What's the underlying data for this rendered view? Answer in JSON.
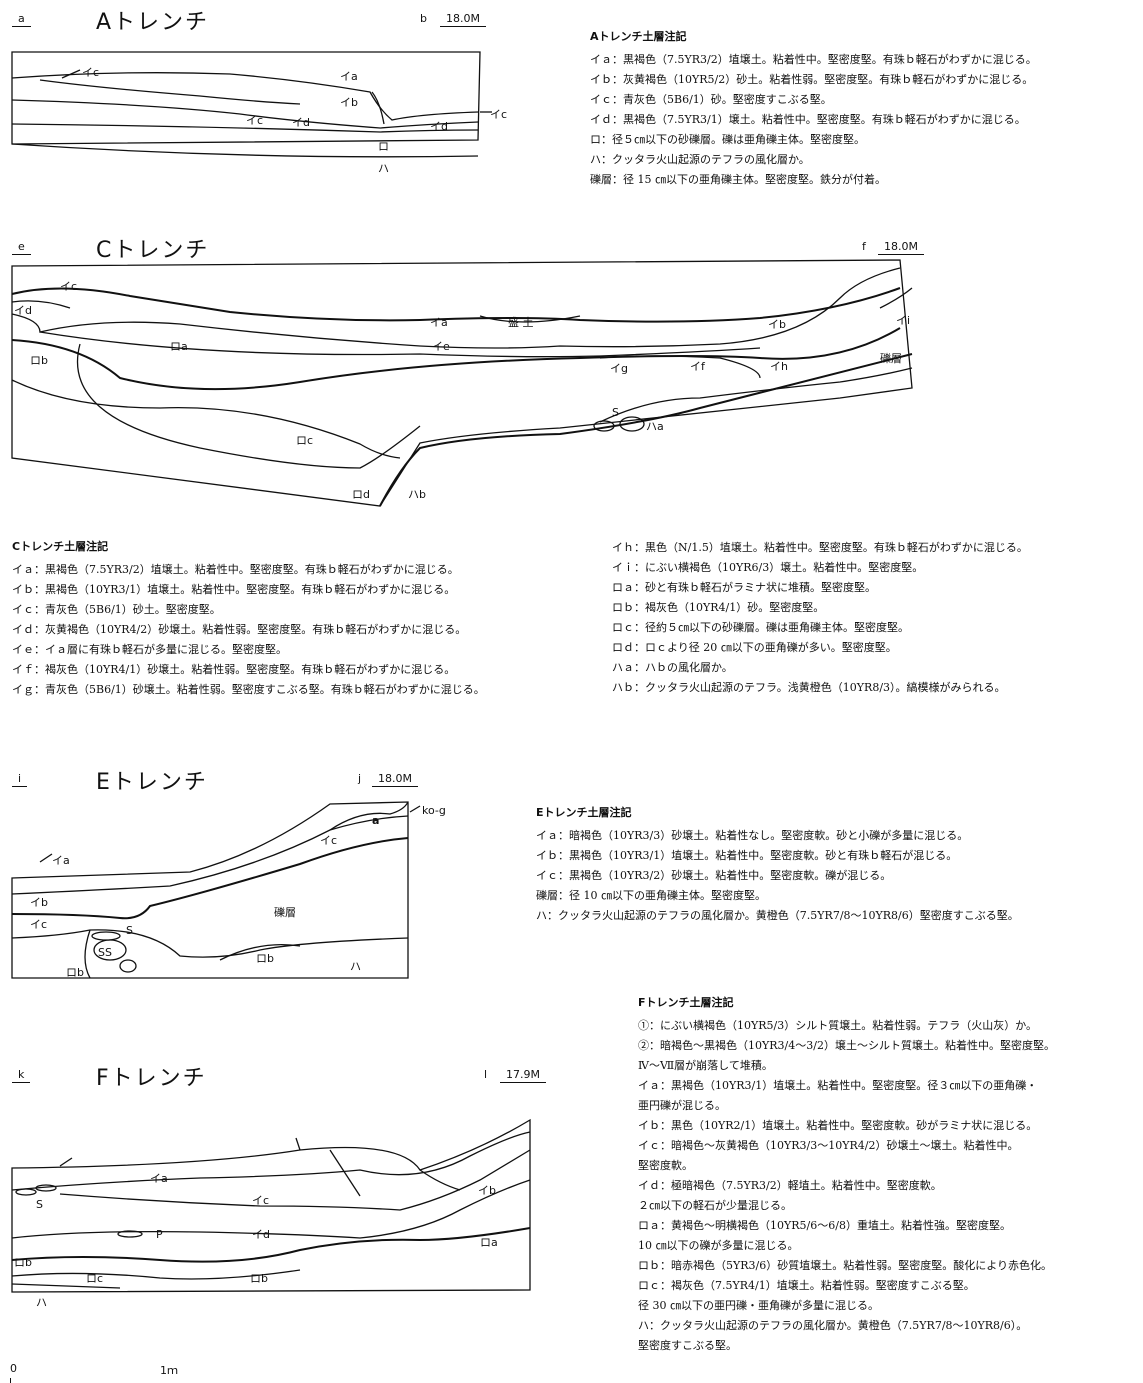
{
  "trench_a": {
    "start": "a",
    "end": "b",
    "title": "Aトレンチ",
    "elevation": "18.0M",
    "labels": {
      "ia": "イa",
      "ib": "イb",
      "ic_left": "イc",
      "ic_mid": "イc",
      "ic_right": "イc",
      "id_mid": "イd",
      "id_right": "イd",
      "ro": "ロ",
      "ha": "ハ"
    },
    "legend_title": "Aトレンチ土層注記",
    "legend": [
      "イａ：黒褐色（7.5YR3/2）埴壌土。粘着性中。堅密度堅。有珠ｂ軽石がわずかに混じる。",
      "イｂ：灰黄褐色（10YR5/2）砂土。粘着性弱。堅密度堅。有珠ｂ軽石がわずかに混じる。",
      "イｃ：青灰色（5B6/1）砂。堅密度すこぶる堅。",
      "イｄ：黒褐色（7.5YR3/1）壌土。粘着性中。堅密度堅。有珠ｂ軽石がわずかに混じる。",
      "ロ：径５㎝以下の砂礫層。礫は亜角礫主体。堅密度堅。",
      "ハ：クッタラ火山起源のテフラの風化層か。",
      "礫層：径 15 ㎝以下の亜角礫主体。堅密度堅。鉄分が付着。"
    ]
  },
  "trench_c": {
    "start": "e",
    "end": "f",
    "title": "Cトレンチ",
    "elevation": "18.0M",
    "labels": {
      "ia": "イa",
      "ib": "イb",
      "ic": "イc",
      "id": "イd",
      "ie": "イe",
      "if": "イf",
      "ig": "イg",
      "ih": "イh",
      "ii": "イi",
      "moritsuchi": "盛 土",
      "roa": "ロa",
      "rob": "ロb",
      "roc": "ロc",
      "rod": "ロd",
      "haa": "ハa",
      "hab": "ハb",
      "s": "S",
      "gravel": "礫層"
    },
    "legend_title": "Cトレンチ土層注記",
    "legend_left": [
      "イａ：黒褐色（7.5YR3/2）埴壌土。粘着性中。堅密度堅。有珠ｂ軽石がわずかに混じる。",
      "イｂ：黒褐色（10YR3/1）埴壌土。粘着性中。堅密度堅。有珠ｂ軽石がわずかに混じる。",
      "イｃ：青灰色（5B6/1）砂土。堅密度堅。",
      "イｄ：灰黄褐色（10YR4/2）砂壌土。粘着性弱。堅密度堅。有珠ｂ軽石がわずかに混じる。",
      "イｅ：イａ層に有珠ｂ軽石が多量に混じる。堅密度堅。",
      "イｆ：褐灰色（10YR4/1）砂壌土。粘着性弱。堅密度堅。有珠ｂ軽石がわずかに混じる。",
      "イｇ：青灰色（5B6/1）砂壌土。粘着性弱。堅密度すこぶる堅。有珠ｂ軽石がわずかに混じる。"
    ],
    "legend_right": [
      "イｈ：黒色（N/1.5）埴壌土。粘着性中。堅密度堅。有珠ｂ軽石がわずかに混じる。",
      "イｉ：にぶい横褐色（10YR6/3）壌土。粘着性中。堅密度堅。",
      "ロａ：砂と有珠ｂ軽石がラミナ状に堆積。堅密度堅。",
      "ロｂ：褐灰色（10YR4/1）砂。堅密度堅。",
      "ロｃ：径約５㎝以下の砂礫層。礫は亜角礫主体。堅密度堅。",
      "ロｄ：ロｃより径 20 ㎝以下の亜角礫が多い。堅密度堅。",
      "ハａ：ハｂの風化層か。",
      "ハｂ：クッタラ火山起源のテフラ。浅黄橙色（10YR8/3）。縞模様がみられる。"
    ]
  },
  "trench_e": {
    "start": "i",
    "end": "j",
    "title": "Eトレンチ",
    "elevation": "18.0M",
    "labels": {
      "ia": "イa",
      "ib": "イb",
      "ic_left": "イc",
      "ic_right": "イc",
      "a": "a",
      "kog": "ko-g",
      "gravel": "礫層",
      "rob_left": "ロb",
      "rob_mid": "ロb",
      "ha": "ハ",
      "ss": "SS",
      "s": "S"
    },
    "legend_title": "Eトレンチ土層注記",
    "legend": [
      "イａ：暗褐色（10YR3/3）砂壌土。粘着性なし。堅密度軟。砂と小礫が多量に混じる。",
      "イｂ：黒褐色（10YR3/1）埴壌土。粘着性中。堅密度軟。砂と有珠ｂ軽石が混じる。",
      "イｃ：黒褐色（10YR3/2）砂壌土。粘着性中。堅密度軟。礫が混じる。",
      "礫層：径 10 ㎝以下の亜角礫主体。堅密度堅。",
      "ハ：クッタラ火山起源のテフラの風化層か。黄橙色（7.5YR7/8～10YR8/6）堅密度すこぶる堅。"
    ]
  },
  "trench_f": {
    "start": "k",
    "end": "l",
    "title": "Fトレンチ",
    "elevation": "17.9M",
    "labels": {
      "ia": "イa",
      "ib": "イb",
      "ic": "イc",
      "id": "イd",
      "roa": "ロa",
      "rob_left": "ロb",
      "rob_mid": "ロb",
      "roc": "ロc",
      "ha": "ハ",
      "s": "S",
      "p": "P"
    },
    "legend_title": "Fトレンチ土層注記",
    "legend": [
      "①：にぶい横褐色（10YR5/3）シルト質壌土。粘着性弱。テフラ（火山灰）か。",
      "②：暗褐色～黒褐色（10YR3/4～3/2）壌土～シルト質壌土。粘着性中。堅密度堅。",
      "Ⅳ～Ⅶ層が崩落して堆積。",
      "イａ：黒褐色（10YR3/1）埴壌土。粘着性中。堅密度堅。径３㎝以下の亜角礫・",
      "亜円礫が混じる。",
      "イｂ：黒色（10YR2/1）埴壌土。粘着性中。堅密度軟。砂がラミナ状に混じる。",
      "イｃ：暗褐色～灰黄褐色（10YR3/3～10YR4/2）砂壌土～壌土。粘着性中。",
      "堅密度軟。",
      "イｄ：極暗褐色（7.5YR3/2）軽埴土。粘着性中。堅密度軟。",
      "２㎝以下の軽石が少量混じる。",
      "ロａ：黄褐色～明横褐色（10YR5/6～6/8）重埴土。粘着性強。堅密度堅。",
      "10 ㎝以下の礫が多量に混じる。",
      "ロｂ：暗赤褐色（5YR3/6）砂質埴壌土。粘着性弱。堅密度堅。酸化により赤色化。",
      "ロｃ：褐灰色（7.5YR4/1）埴壌土。粘着性弱。堅密度すこぶる堅。",
      "径 30 ㎝以下の亜円礫・亜角礫が多量に混じる。",
      "ハ：クッタラ火山起源のテフラの風化層か。黄橙色（7.5YR7/8～10YR8/6）。",
      "堅密度すこぶる堅。"
    ]
  },
  "scale": {
    "zero": "0",
    "one": "1ｍ"
  }
}
